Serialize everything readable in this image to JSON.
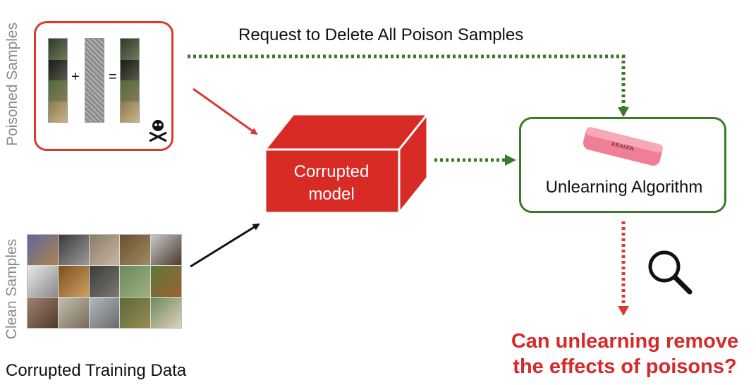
{
  "labels": {
    "poisoned_samples": "Poisoned Samples",
    "clean_samples": "Clean Samples",
    "request": "Request to Delete All Poison Samples",
    "model": "Corrupted\nmodel",
    "unlearning": "Unlearning Algorithm",
    "question": "Can unlearning remove the effects of poisons?",
    "footer": "Corrupted Training Data",
    "eraser_text": "ERASER",
    "plus": "+",
    "equals": "="
  },
  "colors": {
    "poison_red": "#d93a32",
    "model_red": "#d92b25",
    "green": "#3a7a2a",
    "question_red": "#d42a2a",
    "eraser_pink": "#ee7f95"
  },
  "icons": {
    "skull": "skull-crossbones-icon",
    "magnifier": "magnifier-icon",
    "eraser": "eraser-icon"
  }
}
